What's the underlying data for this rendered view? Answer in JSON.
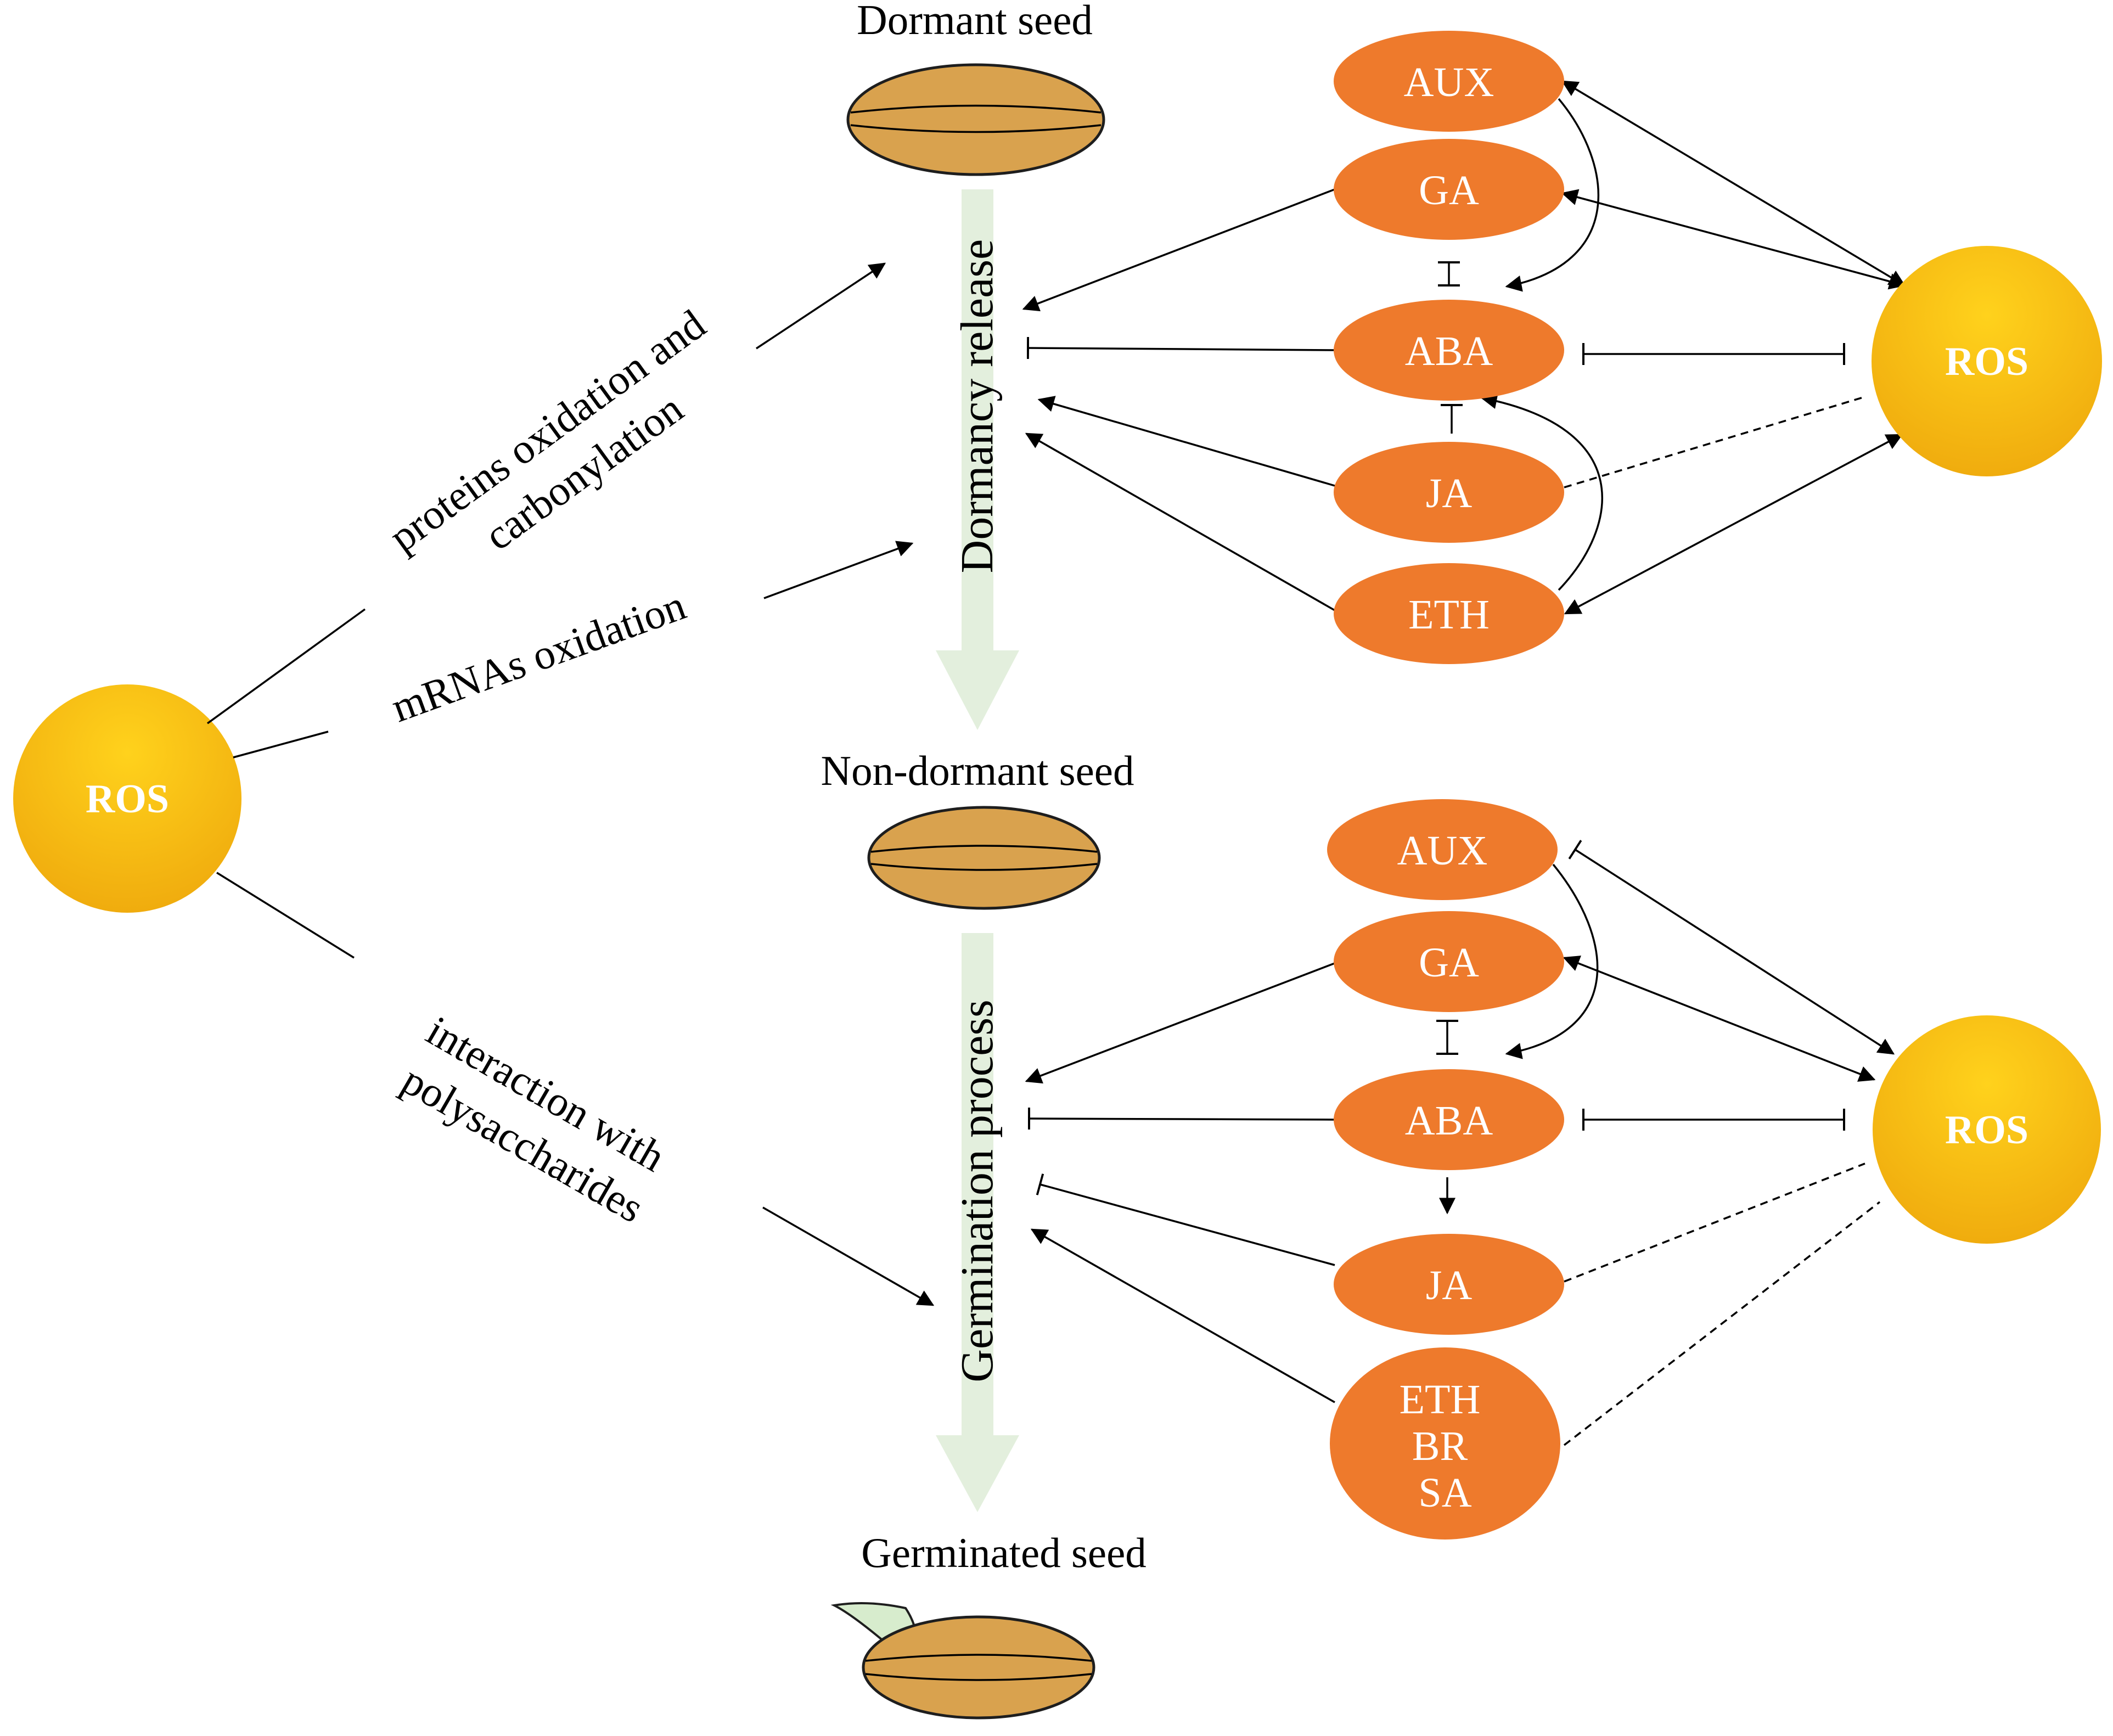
{
  "colors": {
    "hormone_fill": "#ee7a2c",
    "ros_fill": "#fbbf16",
    "seed_fill": "#d9a24e",
    "seed_stroke": "#1e1e1e",
    "process_arrow": "#e3efdd",
    "sprout": "#d7eccd"
  },
  "seeds": {
    "dormant": "Dormant seed",
    "non_dormant": "Non-dormant seed",
    "germinated": "Germinated seed"
  },
  "processes": {
    "dormancy_release": "Dormancy release",
    "germination": "Germination process"
  },
  "ros_main": "ROS",
  "ros_effects": {
    "proteins_line1": "proteins oxidation and",
    "proteins_line2": "carbonylation",
    "mrna": "mRNAs oxidation",
    "poly_line1": "interaction with",
    "poly_line2": "polysaccharides"
  },
  "top_panel": {
    "ros": "ROS",
    "hormones": [
      "AUX",
      "GA",
      "ABA",
      "JA",
      "ETH"
    ]
  },
  "bottom_panel": {
    "ros": "ROS",
    "hormones": [
      "AUX",
      "GA",
      "ABA",
      "JA"
    ],
    "last_hormone": [
      "ETH",
      "BR",
      "SA"
    ]
  }
}
